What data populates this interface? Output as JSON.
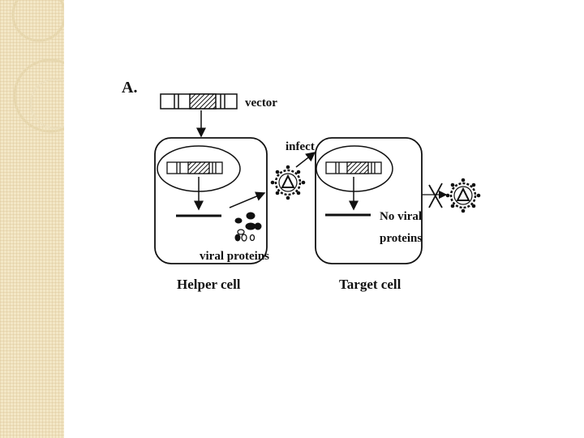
{
  "figure": {
    "panel_label": "A.",
    "vector_label": "vector",
    "infect_label": "infect",
    "viral_proteins_label": "viral proteins",
    "no_viral_line1": "No viral",
    "no_viral_line2": "proteins",
    "helper_cell_label": "Helper cell",
    "target_cell_label": "Target cell"
  },
  "colors": {
    "sidebar_bg": "#f3e7c6",
    "sidebar_ring": "#e4d2a6",
    "ink": "#111111"
  }
}
